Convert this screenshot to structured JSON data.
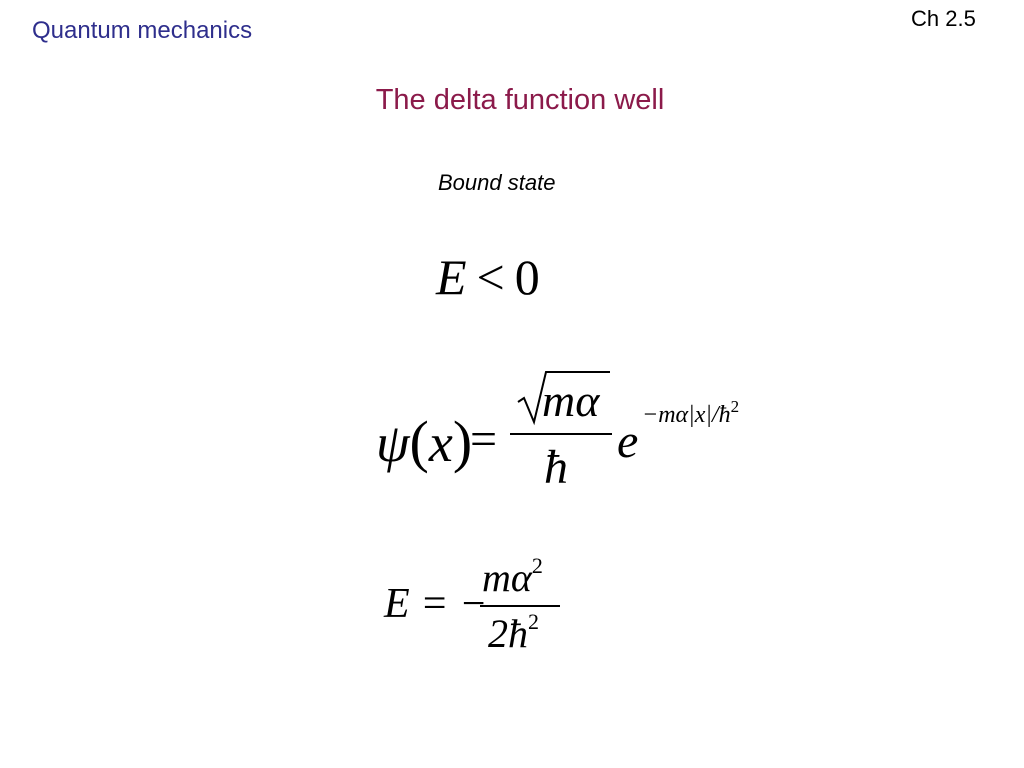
{
  "header": {
    "course": "Quantum mechanics",
    "chapter": "Ch 2.5"
  },
  "slide": {
    "title": "The delta function well",
    "subtitle": "Bound state"
  },
  "equations": {
    "energy_condition": {
      "E": "E",
      "symbol": "<",
      "zero": "0"
    },
    "wavefunction": {
      "psi": "ψ",
      "paren_open": "(",
      "x": "x",
      "paren_close": ")",
      "equals": "=",
      "radicand": "mα",
      "denominator": "ħ",
      "base": "e",
      "exponent": "−mα|x|/ħ",
      "exponent_power": "2"
    },
    "energy": {
      "lhs": "E = −",
      "numerator": "mα",
      "numerator_power": "2",
      "denominator": "2ħ",
      "denominator_power": "2"
    }
  }
}
